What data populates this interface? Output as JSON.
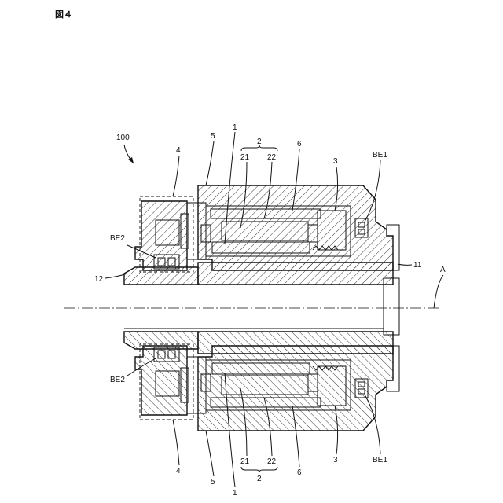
{
  "figure": {
    "title": "図４",
    "assembly_label": "100",
    "axis_label": "A",
    "labels": {
      "part_1": "1",
      "part_2": "2",
      "part_21": "21",
      "part_22": "22",
      "part_3": "3",
      "part_4": "4",
      "part_5": "5",
      "part_6": "6",
      "part_11": "11",
      "part_12": "12",
      "be1": "BE1",
      "be2": "BE2"
    }
  }
}
